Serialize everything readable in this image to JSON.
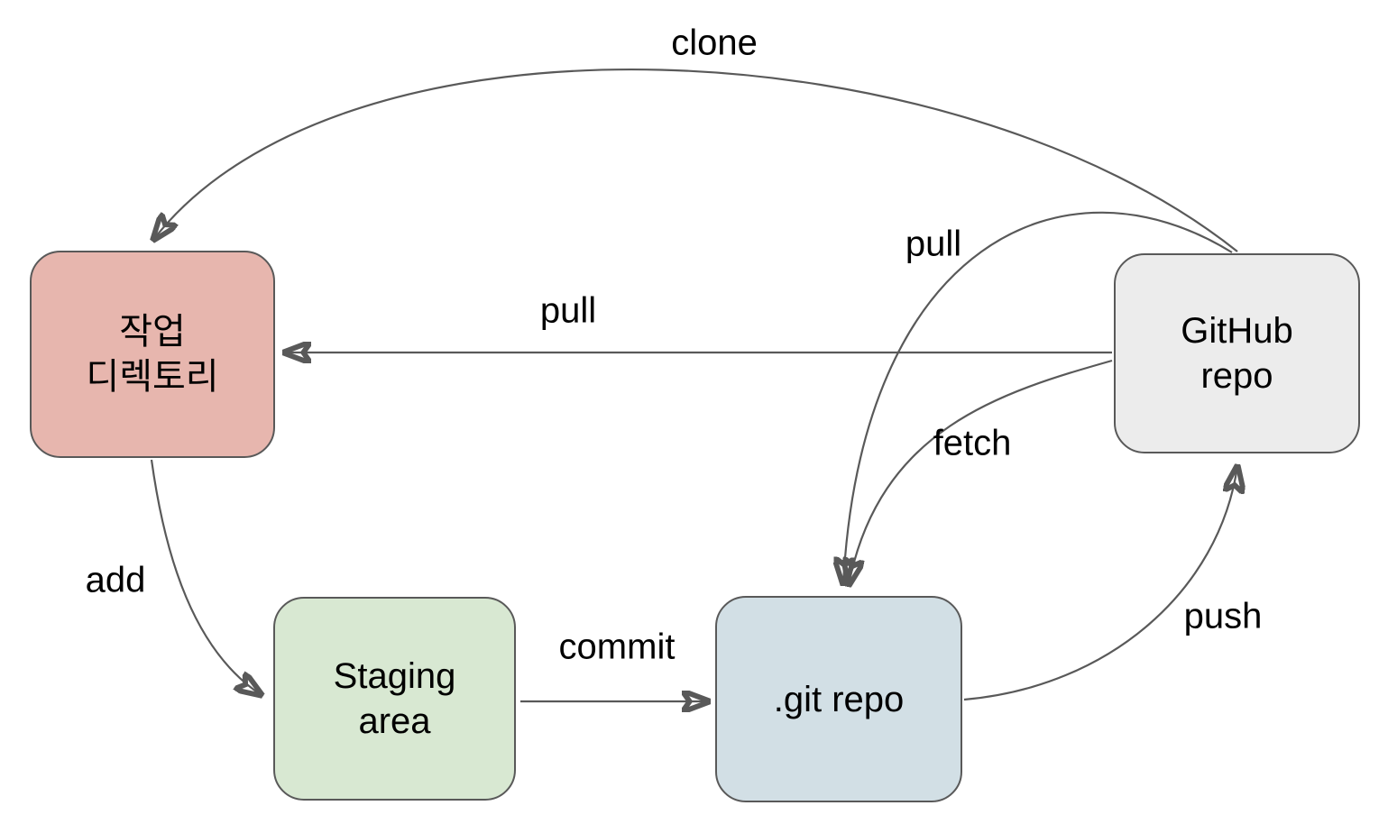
{
  "diagram": {
    "nodes": {
      "working_directory": {
        "label": "작업\n디렉토리",
        "fill": "#e7b6ae"
      },
      "github_repo": {
        "label": "GitHub\nrepo",
        "fill": "#ececec"
      },
      "staging_area": {
        "label": "Staging\narea",
        "fill": "#d8e8d2"
      },
      "git_repo": {
        "label": ".git repo",
        "fill": "#d2dfe5"
      }
    },
    "edges": {
      "clone": {
        "label": "clone",
        "from": "GitHub repo",
        "to": "작업 디렉토리"
      },
      "pull_to_work": {
        "label": "pull",
        "from": "GitHub repo",
        "to": "작업 디렉토리"
      },
      "pull_to_git": {
        "label": "pull",
        "from": "GitHub repo",
        "to": ".git repo"
      },
      "fetch": {
        "label": "fetch",
        "from": "GitHub repo",
        "to": ".git repo"
      },
      "push": {
        "label": "push",
        "from": ".git repo",
        "to": "GitHub repo"
      },
      "add": {
        "label": "add",
        "from": "작업 디렉토리",
        "to": "Staging area"
      },
      "commit": {
        "label": "commit",
        "from": "Staging area",
        "to": ".git repo"
      }
    },
    "colors": {
      "stroke": "#595959",
      "text": "#000000",
      "background": "#ffffff"
    }
  }
}
